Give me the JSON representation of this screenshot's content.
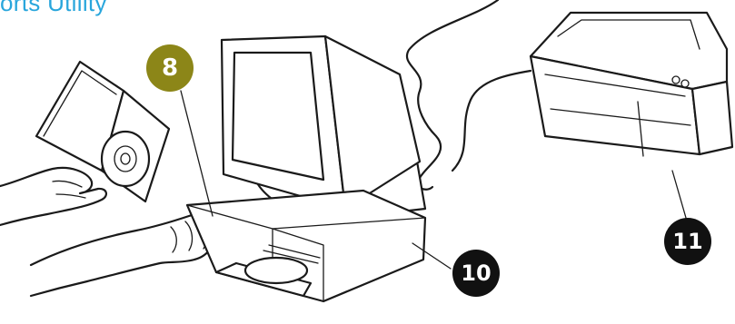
{
  "heading": {
    "text": "orts Utility",
    "color": "#29a6dc"
  },
  "callouts": [
    {
      "id": "8",
      "label": "8",
      "fill": "#8c8618",
      "text_color": "#ffffff"
    },
    {
      "id": "10",
      "label": "10",
      "fill": "#111111",
      "text_color": "#ffffff"
    },
    {
      "id": "11",
      "label": "11",
      "fill": "#111111",
      "text_color": "#ffffff"
    }
  ],
  "illustration": {
    "items": [
      "cd-case-icon",
      "hands-icon",
      "monitor-icon",
      "desktop-computer-icon",
      "printer-icon",
      "cable-icon"
    ]
  }
}
